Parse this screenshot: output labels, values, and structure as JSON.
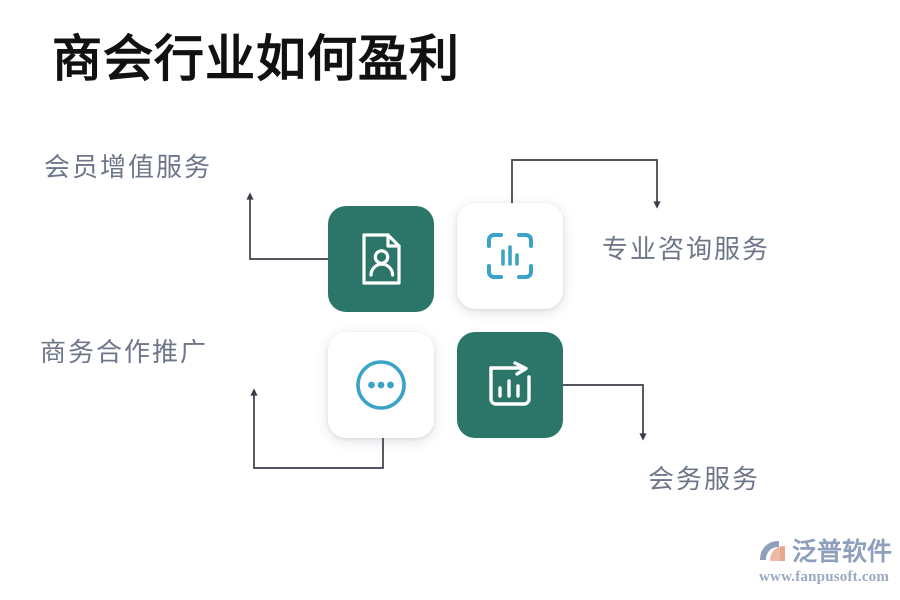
{
  "page": {
    "title": "商会行业如何盈利",
    "background_color": "#ffffff"
  },
  "theme": {
    "teal": "#2b7569",
    "blue_icon": "#3ba3c8",
    "label_text": "#6d7789",
    "title_text": "#111111",
    "connector": "#3a3f47",
    "logo_text": "#8fa0bd",
    "logo_mark_blue": "#8fa0bd",
    "logo_mark_peach": "#e8a68f"
  },
  "cards": [
    {
      "id": "member",
      "icon_name": "document-person-icon",
      "style": "teal",
      "icon_color": "#ffffff",
      "label": "会员增值服务",
      "label_position": "top-left"
    },
    {
      "id": "consult",
      "icon_name": "scan-bar-chart-icon",
      "style": "light",
      "icon_color": "#3ba3c8",
      "label": "专业咨询服务",
      "label_position": "right"
    },
    {
      "id": "biz",
      "icon_name": "ellipsis-circle-icon",
      "style": "light",
      "icon_color": "#3ba3c8",
      "label": "商务合作推广",
      "label_position": "left"
    },
    {
      "id": "meeting",
      "icon_name": "bar-chart-arrow-icon",
      "style": "teal",
      "icon_color": "#ffffff",
      "label": "会务服务",
      "label_position": "bottom-right"
    }
  ],
  "connectors": [
    {
      "id": "member-connector",
      "from": "card-member",
      "to": "label-member",
      "shape": "left-then-up"
    },
    {
      "id": "consult-connector",
      "from": "card-consult",
      "to": "label-consult",
      "shape": "up-then-right-then-down"
    },
    {
      "id": "biz-connector",
      "from": "card-biz",
      "to": "label-biz",
      "shape": "down-then-left-then-up"
    },
    {
      "id": "meeting-connector",
      "from": "card-meeting",
      "to": "label-meeting",
      "shape": "right-then-down"
    }
  ],
  "logo": {
    "brand": "泛普软件",
    "url": "www.fanpusoft.com"
  }
}
